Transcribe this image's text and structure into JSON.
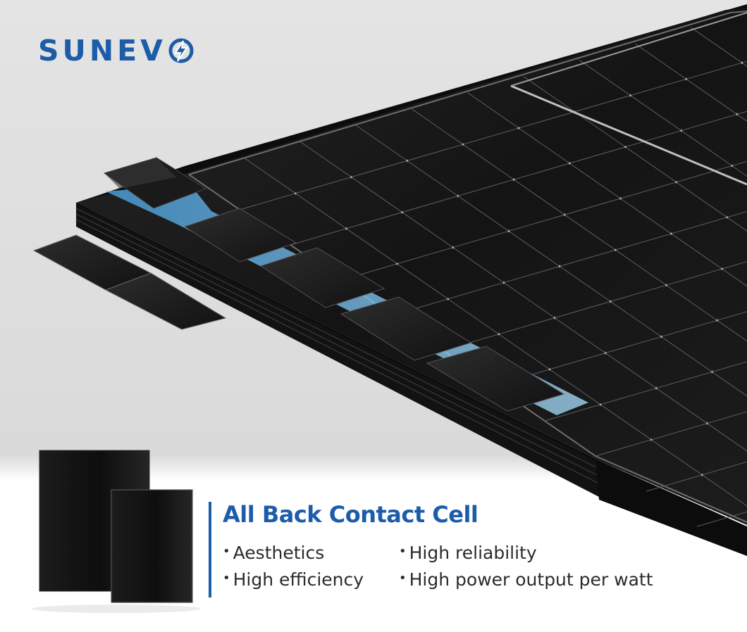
{
  "brand": {
    "name": "SUNEV",
    "mark_icon": "o-lightning-bolt-icon",
    "color": "#1d5ca8"
  },
  "product": {
    "title": "All Back Contact Cell",
    "title_color": "#1d5ca8",
    "text_color": "#2b2b2b",
    "accent_rule_color": "#1d5ca8",
    "features": [
      "Aesthetics",
      "High reliability",
      "High efficiency",
      "High power output per watt"
    ]
  },
  "scene": {
    "background_top": "#e2e2e2",
    "background_bottom": "#ffffff",
    "panel_color": "#151515",
    "frame_color": "#0b0b0b",
    "grid_line_color": "#5f5f5f",
    "layer_glow_color": "#7fc8f5"
  }
}
